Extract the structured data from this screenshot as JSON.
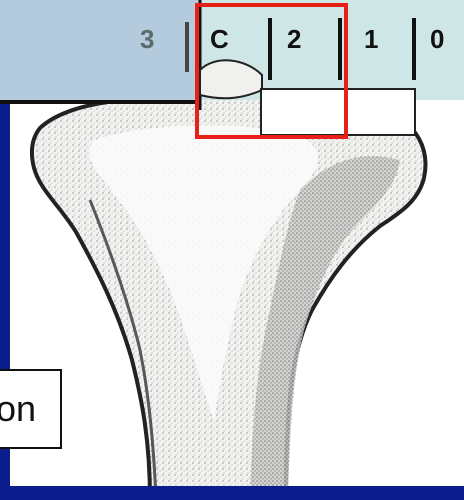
{
  "scale": {
    "labels": [
      "3",
      "C",
      "2",
      "1",
      "0"
    ]
  },
  "callout": {
    "text": "on"
  },
  "colors": {
    "background": "#0b1d8c",
    "scale_band": "#cfe6e6",
    "scale_band_left": "#7f97c9",
    "highlight_box": "#e62117",
    "bone_outline": "#222222",
    "bone_fill": "#f4f4f2"
  }
}
